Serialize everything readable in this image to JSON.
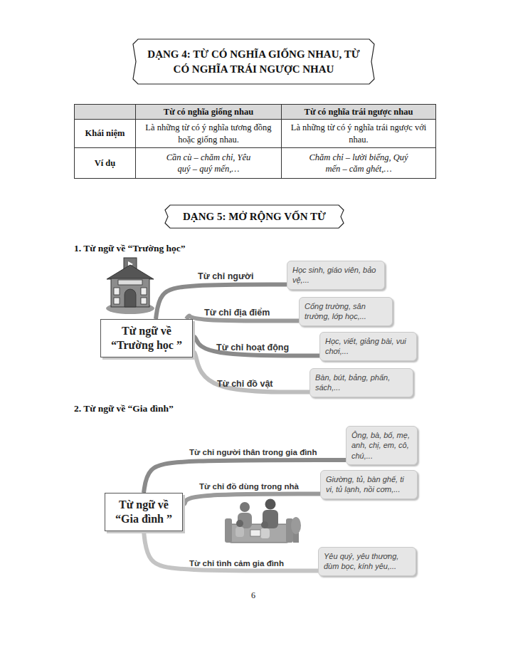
{
  "diagram": {
    "nodes": [
      {
        "text": [
          "DẠNG 4: TỪ CÓ NGHĨA GIỐNG NHAU, TỪ CÓ NGHĨA TRÁI NGƯỢC NHAU"
        ]
      },
      {
        "text": [
          "DẠNG 5: MỞ RỘNG VỐN TỪ"
        ]
      },
      {
        "text": [
          "Từ ngữ về “Trường học ”"
        ]
      },
      {
        "text": [
          "Học sinh, giáo viên, bảo vệ,..."
        ]
      },
      {
        "text": [
          "Cổng trường, sân trường, lớp học,..."
        ]
      },
      {
        "text": [
          "Học, viết, giảng bài, vui chơi,..."
        ]
      },
      {
        "text": [
          "Bàn, bút, bảng, phấn, sách,..."
        ]
      },
      {
        "text": [
          "Từ ngữ về “Gia đình ”"
        ]
      },
      {
        "text": [
          "Ông, bà, bố, mẹ, anh, chị, em, cô, chú,..."
        ]
      },
      {
        "text": [
          "Giường, tủ, bàn ghế, ti vi, tủ lạnh, nồi cơm,..."
        ]
      },
      {
        "text": [
          "Yêu quý, yêu thương, đùm bọc, kính yêu,..."
        ]
      }
    ],
    "edges": [
      {
        "from": 2,
        "to": 3,
        "label": "Từ chỉ người",
        "arrow": "none"
      },
      {
        "from": 2,
        "to": 4,
        "label": "Từ chỉ địa điểm",
        "arrow": "none"
      },
      {
        "from": 2,
        "to": 5,
        "label": "Từ chỉ hoạt động",
        "arrow": "none"
      },
      {
        "from": 2,
        "to": 6,
        "label": "Từ chỉ đồ vật",
        "arrow": "none"
      },
      {
        "from": 7,
        "to": 8,
        "label": "Từ chỉ người thân trong gia đình",
        "arrow": "none"
      },
      {
        "from": 7,
        "to": 9,
        "label": "Từ chỉ đồ dùng trong nhà",
        "arrow": "none"
      },
      {
        "from": 7,
        "to": 10,
        "label": "Từ chỉ tình cảm gia đình",
        "arrow": "none"
      }
    ],
    "labels": [
      "Từ có nghĩa giống nhau",
      "Từ có nghĩa trái ngược nhau",
      "Khái niệm",
      "Là những từ có ý nghĩa tương đồng hoặc giống nhau.",
      "Là những từ có ý nghĩa trái ngược với nhau.",
      "Ví dụ",
      "Cần cù – chăm chỉ, Yêu quý – quý mến,…",
      "Chăm chỉ – lười biếng, Quý mến – căm ghét,…",
      "1. Từ ngữ về “Trường học”",
      "2. Từ ngữ về “Gia đình”",
      "6"
    ]
  }
}
